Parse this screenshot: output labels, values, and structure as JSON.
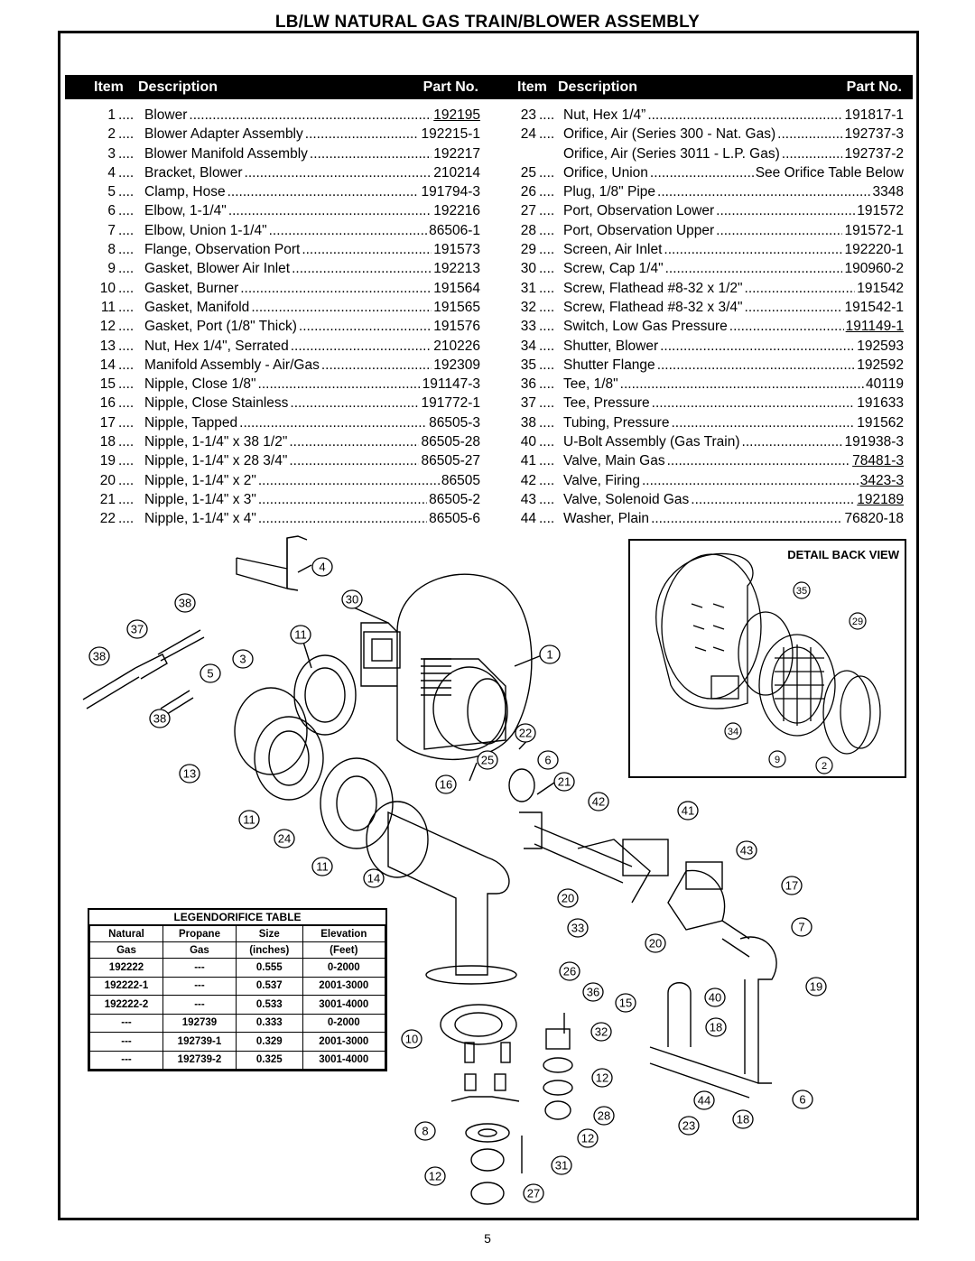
{
  "title": "LB/LW NATURAL GAS TRAIN/BLOWER ASSEMBLY",
  "header": {
    "item": "Item",
    "description": "Description",
    "part_no": "Part No."
  },
  "dots": "....",
  "left_items": [
    {
      "item": "1",
      "desc": "Blower",
      "part": "192195",
      "underline": true
    },
    {
      "item": "2",
      "desc": "Blower Adapter Assembly",
      "part": "192215-1"
    },
    {
      "item": "3",
      "desc": "Blower Manifold Assembly",
      "part": "192217"
    },
    {
      "item": "4",
      "desc": "Bracket, Blower",
      "part": "210214"
    },
    {
      "item": "5",
      "desc": "Clamp, Hose",
      "part": "191794-3"
    },
    {
      "item": "6",
      "desc": "Elbow, 1-1/4\"",
      "part": "192216"
    },
    {
      "item": "7",
      "desc": "Elbow, Union 1-1/4\"",
      "part": "86506-1"
    },
    {
      "item": "8",
      "desc": "Flange, Observation Port",
      "part": "191573"
    },
    {
      "item": "9",
      "desc": "Gasket, Blower Air Inlet",
      "part": "192213"
    },
    {
      "item": "10",
      "desc": "Gasket, Burner",
      "part": "191564"
    },
    {
      "item": "11",
      "desc": "Gasket, Manifold",
      "part": "191565"
    },
    {
      "item": "12",
      "desc": "Gasket, Port (1/8\" Thick)",
      "part": "191576"
    },
    {
      "item": "13",
      "desc": "Nut, Hex 1/4\", Serrated",
      "part": "210226"
    },
    {
      "item": "14",
      "desc": "Manifold Assembly - Air/Gas",
      "part": "192309"
    },
    {
      "item": "15",
      "desc": "Nipple, Close 1/8\"",
      "part": "191147-3"
    },
    {
      "item": "16",
      "desc": "Nipple, Close Stainless",
      "part": "191772-1"
    },
    {
      "item": "17",
      "desc": "Nipple, Tapped",
      "part": "86505-3"
    },
    {
      "item": "18",
      "desc": "Nipple, 1-1/4\" x 38 1/2\"",
      "part": "86505-28"
    },
    {
      "item": "19",
      "desc": "Nipple, 1-1/4\" x 28 3/4\"",
      "part": "86505-27"
    },
    {
      "item": "20",
      "desc": "Nipple, 1-1/4\" x 2\"",
      "part": "86505"
    },
    {
      "item": "21",
      "desc": "Nipple, 1-1/4\" x 3\"",
      "part": "86505-2"
    },
    {
      "item": "22",
      "desc": "Nipple, 1-1/4\" x 4\"",
      "part": "86505-6"
    }
  ],
  "right_items": [
    {
      "item": "23",
      "desc": "Nut, Hex 1/4”",
      "part": "191817-1"
    },
    {
      "item": "24",
      "desc": "Orifice, Air (Series 300 - Nat. Gas)",
      "part": "192737-3"
    },
    {
      "item": "",
      "desc": "Orifice, Air (Series 3011 - L.P. Gas)",
      "part": "192737-2"
    },
    {
      "item": "25",
      "desc": "Orifice, Union",
      "part": "See Orifice Table Below"
    },
    {
      "item": "26",
      "desc": "Plug, 1/8\" Pipe",
      "part": "3348"
    },
    {
      "item": "27",
      "desc": "Port, Observation Lower",
      "part": "191572"
    },
    {
      "item": "28",
      "desc": "Port, Observation Upper",
      "part": "191572-1"
    },
    {
      "item": "29",
      "desc": "Screen, Air Inlet",
      "part": "192220-1"
    },
    {
      "item": "30",
      "desc": "Screw, Cap 1/4\"",
      "part": "190960-2"
    },
    {
      "item": "31",
      "desc": "Screw, Flathead #8-32 x 1/2\"",
      "part": "191542"
    },
    {
      "item": "32",
      "desc": "Screw, Flathead #8-32 x 3/4\"",
      "part": "191542-1"
    },
    {
      "item": "33",
      "desc": "Switch, Low Gas Pressure",
      "part": "191149-1",
      "underline": true
    },
    {
      "item": "34",
      "desc": "Shutter, Blower",
      "part": "192593"
    },
    {
      "item": "35",
      "desc": "Shutter Flange",
      "part": "192592"
    },
    {
      "item": "36",
      "desc": "Tee, 1/8\"",
      "part": "40119"
    },
    {
      "item": "37",
      "desc": "Tee, Pressure",
      "part": "191633"
    },
    {
      "item": "38",
      "desc": "Tubing, Pressure",
      "part": "191562"
    },
    {
      "item": "40",
      "desc": "U-Bolt Assembly (Gas Train)",
      "part": "191938-3"
    },
    {
      "item": "41",
      "desc": "Valve, Main Gas",
      "part": "78481-3",
      "underline": true
    },
    {
      "item": "42",
      "desc": "Valve, Firing",
      "part": "3423-3",
      "underline": true
    },
    {
      "item": "43",
      "desc": "Valve, Solenoid Gas",
      "part": "192189",
      "underline": true
    },
    {
      "item": "44",
      "desc": "Washer, Plain",
      "part": "76820-18"
    }
  ],
  "detail_view": {
    "title": "DETAIL BACK VIEW"
  },
  "orifice_table": {
    "title": "LEGENDORIFICE TABLE",
    "headers": [
      [
        "Natural",
        "Gas"
      ],
      [
        "Propane",
        "Gas"
      ],
      [
        "Size",
        "(inches)"
      ],
      [
        "Elevation",
        "(Feet)"
      ]
    ],
    "rows": [
      [
        "192222",
        "---",
        "0.555",
        "0-2000"
      ],
      [
        "192222-1",
        "---",
        "0.537",
        "2001-3000"
      ],
      [
        "192222-2",
        "---",
        "0.533",
        "3001-4000"
      ],
      [
        "---",
        "192739",
        "0.333",
        "0-2000"
      ],
      [
        "---",
        "192739-1",
        "0.329",
        "2001-3000"
      ],
      [
        "---",
        "192739-2",
        "0.325",
        "3001-4000"
      ]
    ]
  },
  "callouts": [
    "4",
    "38",
    "30",
    "37",
    "11",
    "38",
    "3",
    "1",
    "5",
    "38",
    "22",
    "25",
    "6",
    "13",
    "16",
    "21",
    "42",
    "41",
    "11",
    "24",
    "43",
    "11",
    "14",
    "20",
    "17",
    "33",
    "7",
    "20",
    "26",
    "19",
    "36",
    "15",
    "40",
    "18",
    "10",
    "32",
    "12",
    "28",
    "6",
    "44",
    "18",
    "23",
    "8",
    "12",
    "31",
    "12",
    "27"
  ],
  "detail_callouts": [
    "35",
    "29",
    "34",
    "9",
    "2"
  ],
  "page_number": "5"
}
